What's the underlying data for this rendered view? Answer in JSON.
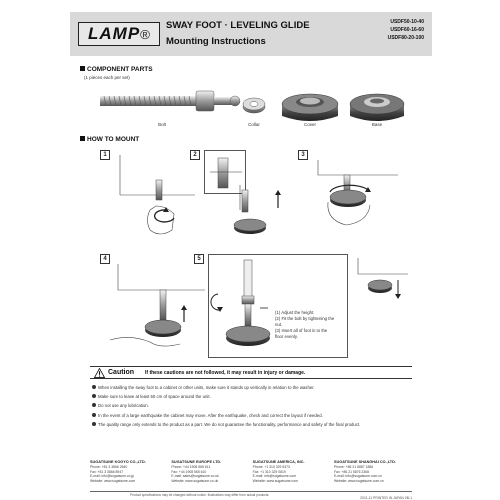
{
  "header": {
    "logo_text": "LAMP",
    "title": "SWAY FOOT · LEVELING GLIDE",
    "subtitle": "Mounting Instructions",
    "models": [
      "USDF50-10-40",
      "USDF60-16-60",
      "USDF80-20-100"
    ]
  },
  "component_parts": {
    "heading": "COMPONENT PARTS",
    "note": "(1 pieces each per set)",
    "labels": [
      "Bolt",
      "Collar",
      "Cover",
      "Base"
    ]
  },
  "how_to_mount": {
    "heading": "HOW TO MOUNT",
    "steps": [
      "1",
      "2",
      "3",
      "4",
      "5"
    ],
    "step5_notes": [
      "(1)  Adjust the height.",
      "(2)  Fit the bolt by tightening the",
      "       nut.",
      "(3)  Insert all of foot in to the",
      "       floor evenly."
    ]
  },
  "caution": {
    "title": "Caution",
    "subtitle": "If these cautions are not followed, it may result in injury or damage.",
    "items": [
      "When installing the sway foot to a cabinet or other units, make sure it stands up vertically in relation to the washer.",
      "Make sure to leave at least 50 cm of space around the unit.",
      "Do not use any lubrication.",
      "In the event of a large earthquake the cabinet may move. After the earthquake, check and correct the layout if needed.",
      "The quality range only extends to the product as a part. We do not guarantee the functionality, performance and safety of the final product."
    ]
  },
  "offices": [
    {
      "name": "SUGATSUNE KOGYO CO.,LTD.",
      "lines": [
        "Phone: +81 3 3866 2640",
        "Fax: +81 3 3866 8947",
        "E-mail: info@sugatsune.co.jp",
        "Website: www.sugatsune.com"
      ]
    },
    {
      "name": "SUGATSUNE EUROPE LTD.",
      "lines": [
        "Phone: +44 1908 565 611",
        "Fax: +44 1908 565 610",
        "E-mail: sales@sugatsune.co.uk",
        "Website: www.sugatsune.co.uk"
      ]
    },
    {
      "name": "SUGATSUNE AMERICA, INC.",
      "lines": [
        "Phone: +1 310 329 6373",
        "Fax: +1 310 329 0819",
        "E-mail: info@sugatsune.com",
        "Website: www.sugatsune.com"
      ]
    },
    {
      "name": "SUGATSUNE SHANGHAI CO.,LTD.",
      "lines": [
        "Phone: +86 21 6887 1886",
        "Fax: +86 21 5876 2368",
        "E-mail: info@sugatsune.com.cn",
        "Website: www.sugatsune.com.cn"
      ]
    }
  ],
  "footnote": "Product specifications may be changed without notice. Illustrations may differ from actual products.",
  "doc_code": "2011-11 PRINTED IN JAPAN 0B-1"
}
